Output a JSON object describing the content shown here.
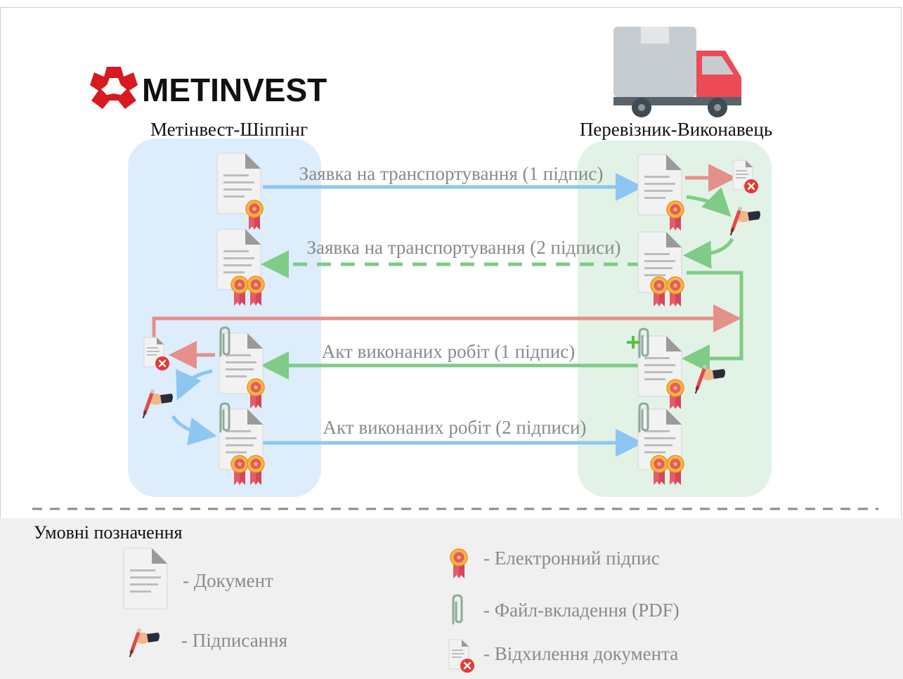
{
  "logo": {
    "text": "METINVEST"
  },
  "parties": {
    "left": "Метінвест-Шіппінг",
    "right": "Перевізник-Виконавець"
  },
  "flows": {
    "request_1": "Заявка на транспортування (1 підпис)",
    "request_2": "Заявка на транспортування (2 підписи)",
    "act_1": "Акт виконаних робіт (1 підпис)",
    "act_2": "Акт виконаних робіт (2 підписи)"
  },
  "legend": {
    "title": "Умовні позначення",
    "document": "-  Документ",
    "signing": "-  Підписання",
    "esign": "-  Електронний підпис",
    "attachment": "-  Файл-вкладення (PDF)",
    "reject": "-  Відхилення документа"
  },
  "colors": {
    "left_panel": "#deedfb",
    "right_panel": "#e3f2e6",
    "blue_arrow": "#8ec6f2",
    "green_arrow": "#7fcb87",
    "red_arrow": "#e5908a",
    "logo_red": "#d71920",
    "legend_bg": "#f0f0f0"
  }
}
